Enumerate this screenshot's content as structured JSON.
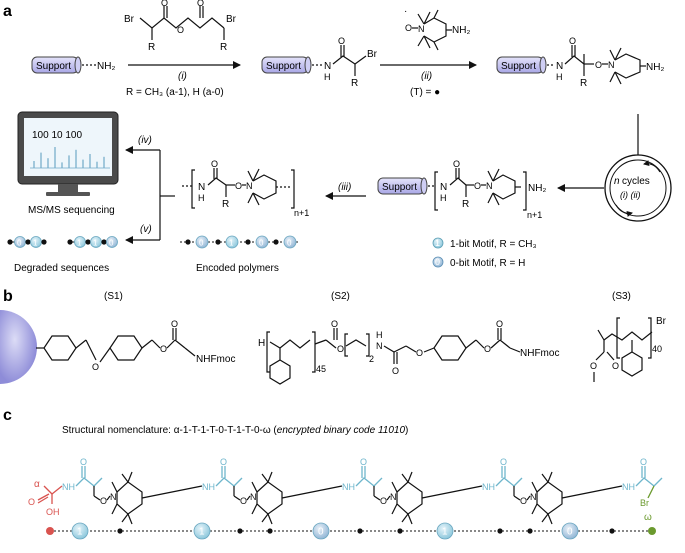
{
  "panels": {
    "a": "a",
    "b": "b",
    "c": "c"
  },
  "colors": {
    "support": "#b9b8ec",
    "one_bit": "#a9d8e6",
    "zero_bit": "#a9c8e0",
    "alpha": "#d9534f",
    "omega": "#6b9a2e",
    "monomer": "#6fb6cc"
  },
  "panel_a": {
    "support": "Support",
    "nh2": "NH₂",
    "nh": "N",
    "h": "H",
    "o": "O",
    "br": "Br",
    "r": "R",
    "n": "N",
    "step1_label": "(i)",
    "step1_condition": "R = CH₃ (a-1), H (a-0)",
    "step2_label": "(ii)",
    "step2_condition": "(T) = ●",
    "cycles_n": "n",
    "cycles_text": "cycles",
    "cycles_steps": "(i) (ii)",
    "step3_label": "(iii)",
    "step4_label": "(iv)",
    "step5_label": "(v)",
    "subscript_n1": "n+1",
    "one_bit_motif": "1-bit Motif, R = CH₃",
    "zero_bit_motif": "0-bit Motif, R = H",
    "one_digit": "1",
    "zero_digit": "0",
    "encoded_polymers": "Encoded polymers",
    "degraded_sequences": "Degraded sequences",
    "msms": "MS/MS sequencing",
    "monitor_digits": "100 10 100"
  },
  "panel_b": {
    "s1_label": "(S1)",
    "s2_label": "(S2)",
    "s3_label": "(S3)",
    "nhfmoc": "NHFmoc",
    "sub_45": "45",
    "sub_2": "2",
    "sub_40": "40",
    "h": "H",
    "br": "Br"
  },
  "panel_c": {
    "nomenclature_prefix": "Structural nomenclature: α-1-T-1-T-0-T-1-T-0-ω (",
    "nomenclature_italic": "encrypted binary code 11010",
    "nomenclature_suffix": ")",
    "alpha": "α",
    "omega": "ω",
    "oh": "OH",
    "br": "Br",
    "sequence_bits": [
      "1",
      "1",
      "0",
      "1",
      "0"
    ]
  }
}
